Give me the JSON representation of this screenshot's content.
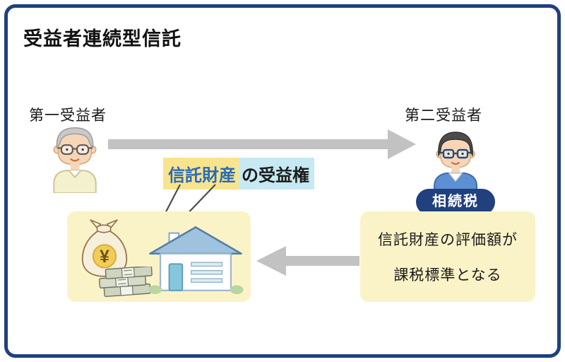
{
  "title": "受益者連続型信託",
  "diagram": {
    "first_beneficiary_label": "第一受益者",
    "second_beneficiary_label": "第二受益者",
    "benefit_right_label": {
      "trust_property": "信託財産",
      "beneficiary_right": "の受益権"
    },
    "tax_badge": "相続税",
    "valuation_note": {
      "line1": "信託財産の評価額が",
      "line2": "課税標準となる"
    },
    "money_bag_symbol": "¥"
  },
  "icons": {
    "left_avatar": "elderly-man-avatar",
    "right_avatar": "young-man-avatar",
    "flow_arrow": "arrow-right-icon",
    "return_arrow": "arrow-left-icon",
    "assets": [
      "money-bag-icon",
      "banknotes-icon",
      "house-icon"
    ]
  },
  "colors": {
    "border": "#20407e",
    "badge_bg": "#20407e",
    "note_box_bg": "#faf3c8",
    "highlight_yellow": "#f8e48e",
    "highlight_blue": "#c6e9f3",
    "trust_text_blue": "#2a6cb5",
    "arrow_gray": "#c2c2c2"
  }
}
